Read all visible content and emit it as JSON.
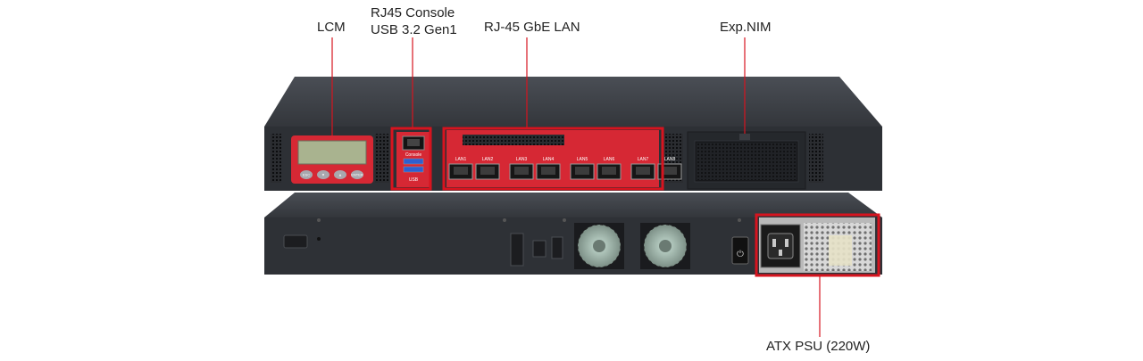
{
  "callouts": {
    "lcm": "LCM",
    "console_line1": "RJ45 Console",
    "console_line2": "USB 3.2 Gen1",
    "lan": "RJ-45 GbE LAN",
    "nim": "Exp.NIM",
    "psu": "ATX PSU (220W)"
  },
  "front_panel": {
    "console_port_label": "Console",
    "usb_label": "USB",
    "lan_ports": [
      "LAN1",
      "LAN2",
      "LAN3",
      "LAN4",
      "LAN5",
      "LAN6",
      "LAN7",
      "LAN8"
    ],
    "lcm_buttons": [
      "ESC",
      "▼",
      "▲",
      "ENTER"
    ]
  },
  "colors": {
    "highlight": "#d7141f",
    "chassis": "#2d3035",
    "chassis_top": "#3b3f45",
    "accent_panel": "#d62834",
    "lcd_screen": "#a9b38f"
  }
}
